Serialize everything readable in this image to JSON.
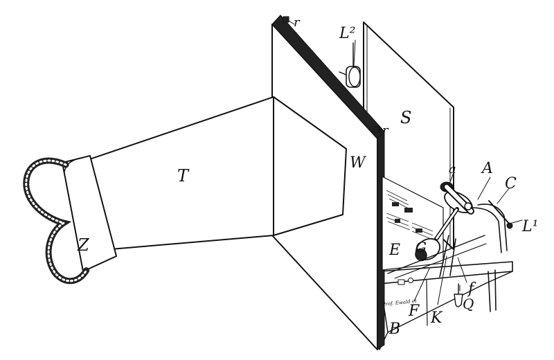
{
  "diagram": {
    "labels": {
      "Z": "Z",
      "T": "T",
      "W": "W",
      "S": "S",
      "L2": "L²",
      "r_top": "r",
      "r_mid": "r",
      "a": "a",
      "A": "A",
      "C": "C",
      "L1": "L¹",
      "E": "E",
      "G": "G",
      "f": "f",
      "K": "K",
      "F": "F",
      "Q": "Q",
      "B": "B"
    },
    "plate_text": "Prof. Ewald et"
  }
}
